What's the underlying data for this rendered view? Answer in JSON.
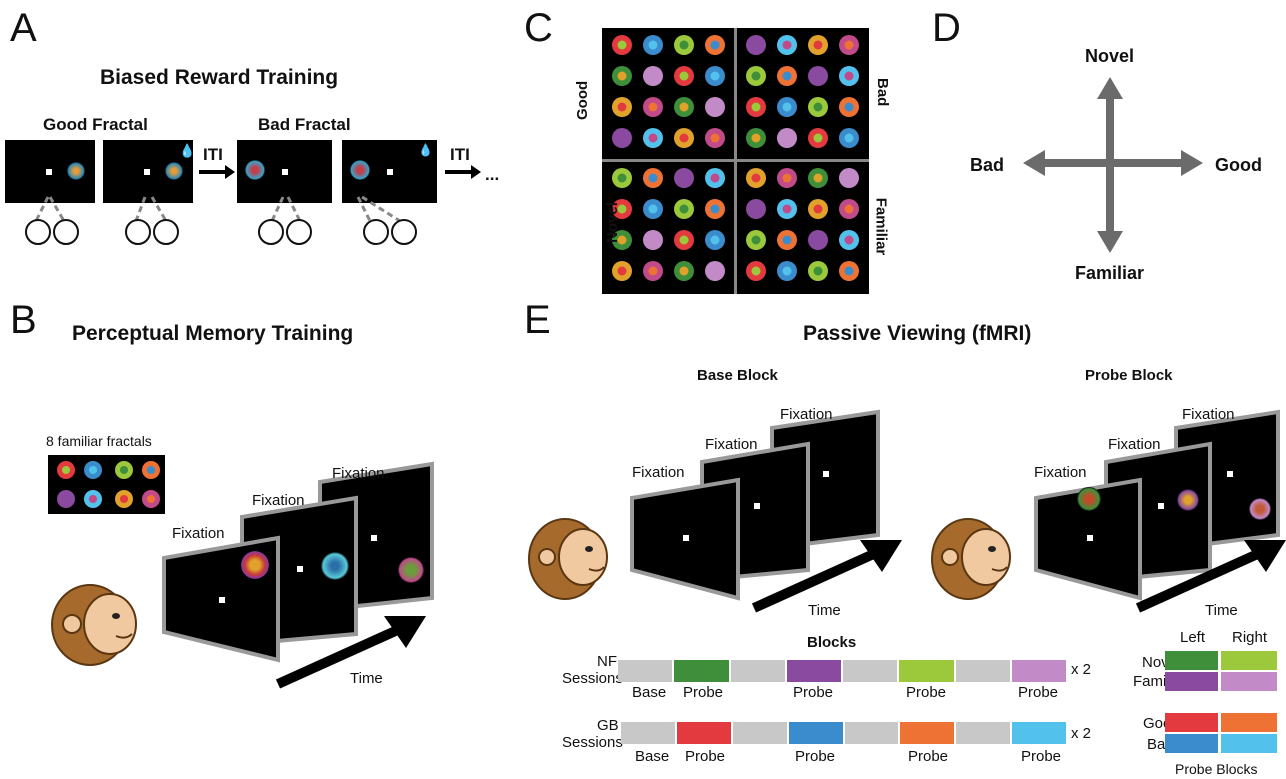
{
  "panels": {
    "a": {
      "label": "A",
      "title": "Biased Reward Training",
      "good_label": "Good Fractal",
      "bad_label": "Bad Fractal",
      "iti_1": "ITI",
      "iti_2": "ITI",
      "ellipsis": "..."
    },
    "b": {
      "label": "B",
      "title": "Perceptual Memory Training",
      "familiar_caption": "8 familiar fractals",
      "fix1": "Fixation",
      "fix2": "Fixation",
      "fix3": "Fixation",
      "time": "Time"
    },
    "c": {
      "label": "C",
      "good": "Good",
      "bad": "Bad",
      "novel": "Novel",
      "familiar": "Familiar"
    },
    "d": {
      "label": "D",
      "top": "Novel",
      "bottom": "Familiar",
      "left": "Bad",
      "right": "Good"
    },
    "e": {
      "label": "E",
      "title": "Passive Viewing (fMRI)",
      "base_block": "Base Block",
      "probe_block": "Probe Block",
      "fix_base_1": "Fixation",
      "fix_base_2": "Fixation",
      "fix_base_3": "Fixation",
      "fix_probe_1": "Fixation",
      "fix_probe_2": "Fixation",
      "fix_probe_3": "Fixation",
      "time_base": "Time",
      "time_probe": "Time",
      "blocks_title": "Blocks",
      "nf_label_1": "NF",
      "nf_label_2": "Sessions",
      "gb_label_1": "GB",
      "gb_label_2": "Sessions",
      "nf_labels": [
        "Base",
        "Probe",
        "Probe",
        "Probe",
        "Probe"
      ],
      "gb_labels": [
        "Base",
        "Probe",
        "Probe",
        "Probe",
        "Probe"
      ],
      "repeat_nf": "x 2",
      "repeat_gb": "x 2",
      "legend_left": "Left",
      "legend_right": "Right",
      "legend_novel": "Novel",
      "legend_familiar": "Familiar",
      "legend_good": "Good",
      "legend_bad": "Bad",
      "legend_footer": "Probe Blocks"
    }
  },
  "colors": {
    "base_gray": "#c8c8c8",
    "novel_left": "#3f8f3a",
    "novel_right": "#9cc83b",
    "familiar_left": "#8a4aa0",
    "familiar_right": "#c38ac8",
    "good_left": "#e23a3f",
    "good_right": "#ee7233",
    "bad_left": "#3a8ccc",
    "bad_right": "#52c2ec",
    "monkey_fur": "#a66a2c",
    "monkey_face": "#f0c9a0",
    "arrow_gray": "#6b6b6b"
  }
}
